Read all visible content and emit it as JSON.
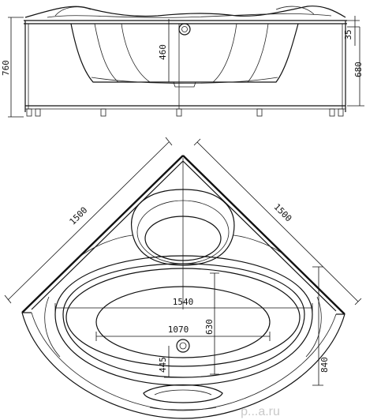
{
  "drawing": {
    "side_view": {
      "total_height": "760",
      "rim_thickness": "35",
      "panel_height": "680",
      "bowl_depth": "460"
    },
    "top_view": {
      "side_a": "1500",
      "side_b": "1500",
      "bowl_length": "1540",
      "bowl_inner_width": "1070",
      "bowl_width": "630",
      "drain_offset": "445",
      "front_depth": "840"
    },
    "watermark": "p...a.ru"
  }
}
